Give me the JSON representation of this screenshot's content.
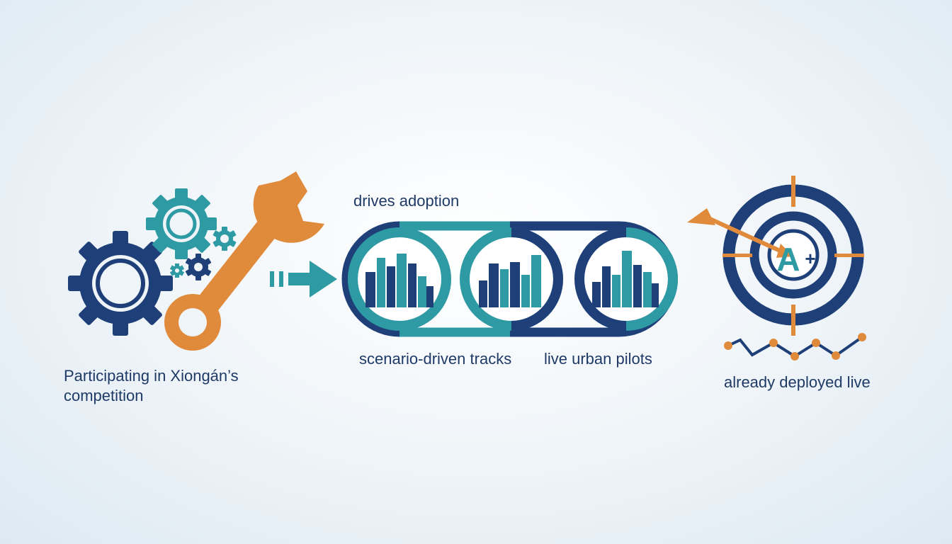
{
  "colors": {
    "navy": "#1e3f78",
    "teal": "#2e9aa3",
    "orange": "#e08a3c",
    "text": "#1f3a66"
  },
  "icons": [
    "gear-cluster-icon",
    "wrench-icon",
    "arrow-right-icon",
    "city-skyline-icon",
    "target-icon",
    "grade-a-plus-icon",
    "line-trend-icon"
  ],
  "stages": {
    "participate": {
      "label_line1": "Participating in Xiongán’s",
      "label_line2": "competition"
    },
    "adoption": {
      "top_label": "drives adoption",
      "left_label": "scenario-driven tracks",
      "right_label": "live urban pilots"
    },
    "deployed": {
      "grade": "A",
      "grade_suffix": "+",
      "label": "already deployed live"
    }
  }
}
